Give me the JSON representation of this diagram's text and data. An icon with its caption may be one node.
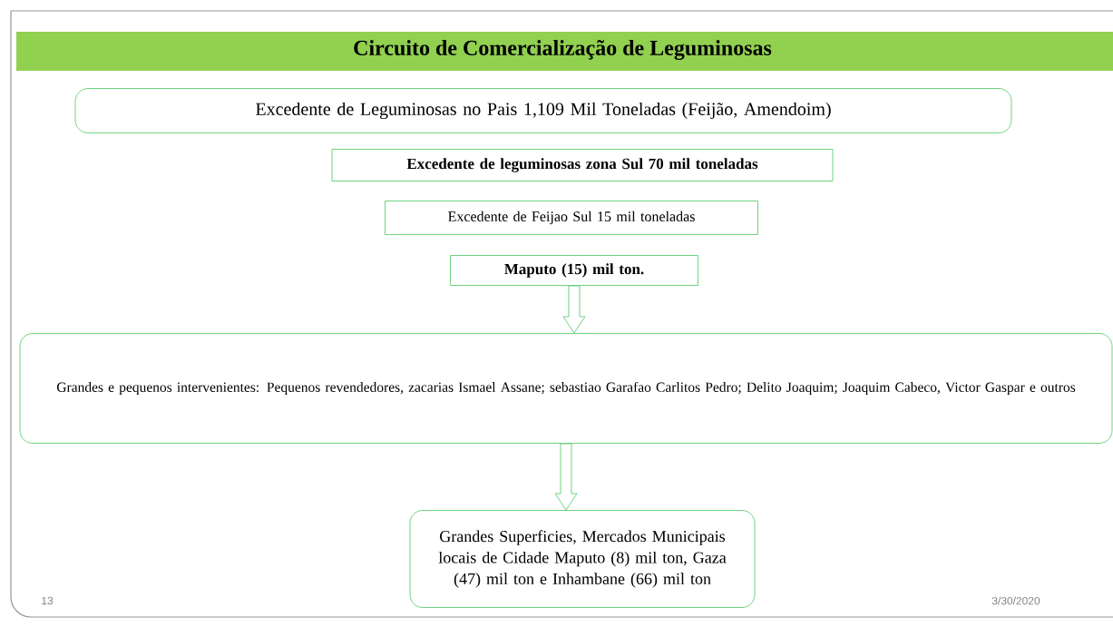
{
  "diagram": {
    "title": "Circuito de Comercialização de Leguminosas",
    "nodes": [
      {
        "text": [
          "Excedente de Leguminosas  no Pais 1,109 Mil Toneladas (Feijão, Amendoim)"
        ]
      },
      {
        "text": [
          "**Excedente de leguminosas zona Sul 70 mil toneladas**"
        ]
      },
      {
        "text": [
          "Excedente de Feijao Sul 15 mil toneladas"
        ]
      },
      {
        "text": [
          "**Maputo (15) mil ton.**"
        ]
      },
      {
        "text": [
          "Grandes e pequenos intervenientes: Pequenos revendedores, zacarias Ismael Assane; sebastiao Garafao  Carlitos Pedro; Delito Joaquim; Joaquim Cabeco, Victor Gaspar e outros"
        ]
      },
      {
        "text": [
          "Grandes Superficies, Mercados Municipais locais de Cidade Maputo (8) mil ton,  Gaza (47) mil ton  e Inhambane (66) mil ton"
        ]
      }
    ],
    "edges": [
      {
        "from": 3,
        "to": 4,
        "arrow": "to"
      },
      {
        "from": 4,
        "to": 5,
        "arrow": "to"
      }
    ],
    "labels": [
      "13",
      "3/30/2020"
    ]
  }
}
